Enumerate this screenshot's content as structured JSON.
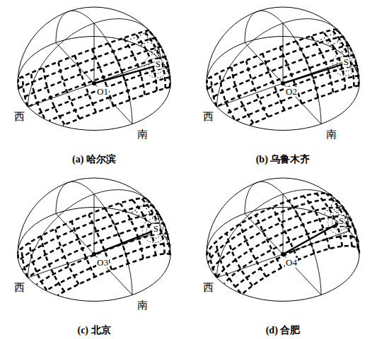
{
  "diagram": {
    "labels": [
      "O1",
      "S",
      "西",
      "南",
      "(a) 哈尔滨",
      "O2",
      "S",
      "西",
      "南",
      "(b) 乌鲁木齐",
      "O3",
      "S",
      "西",
      "南",
      "(c) 北京",
      "O4",
      "S",
      "西",
      "(d) 合肥"
    ]
  }
}
